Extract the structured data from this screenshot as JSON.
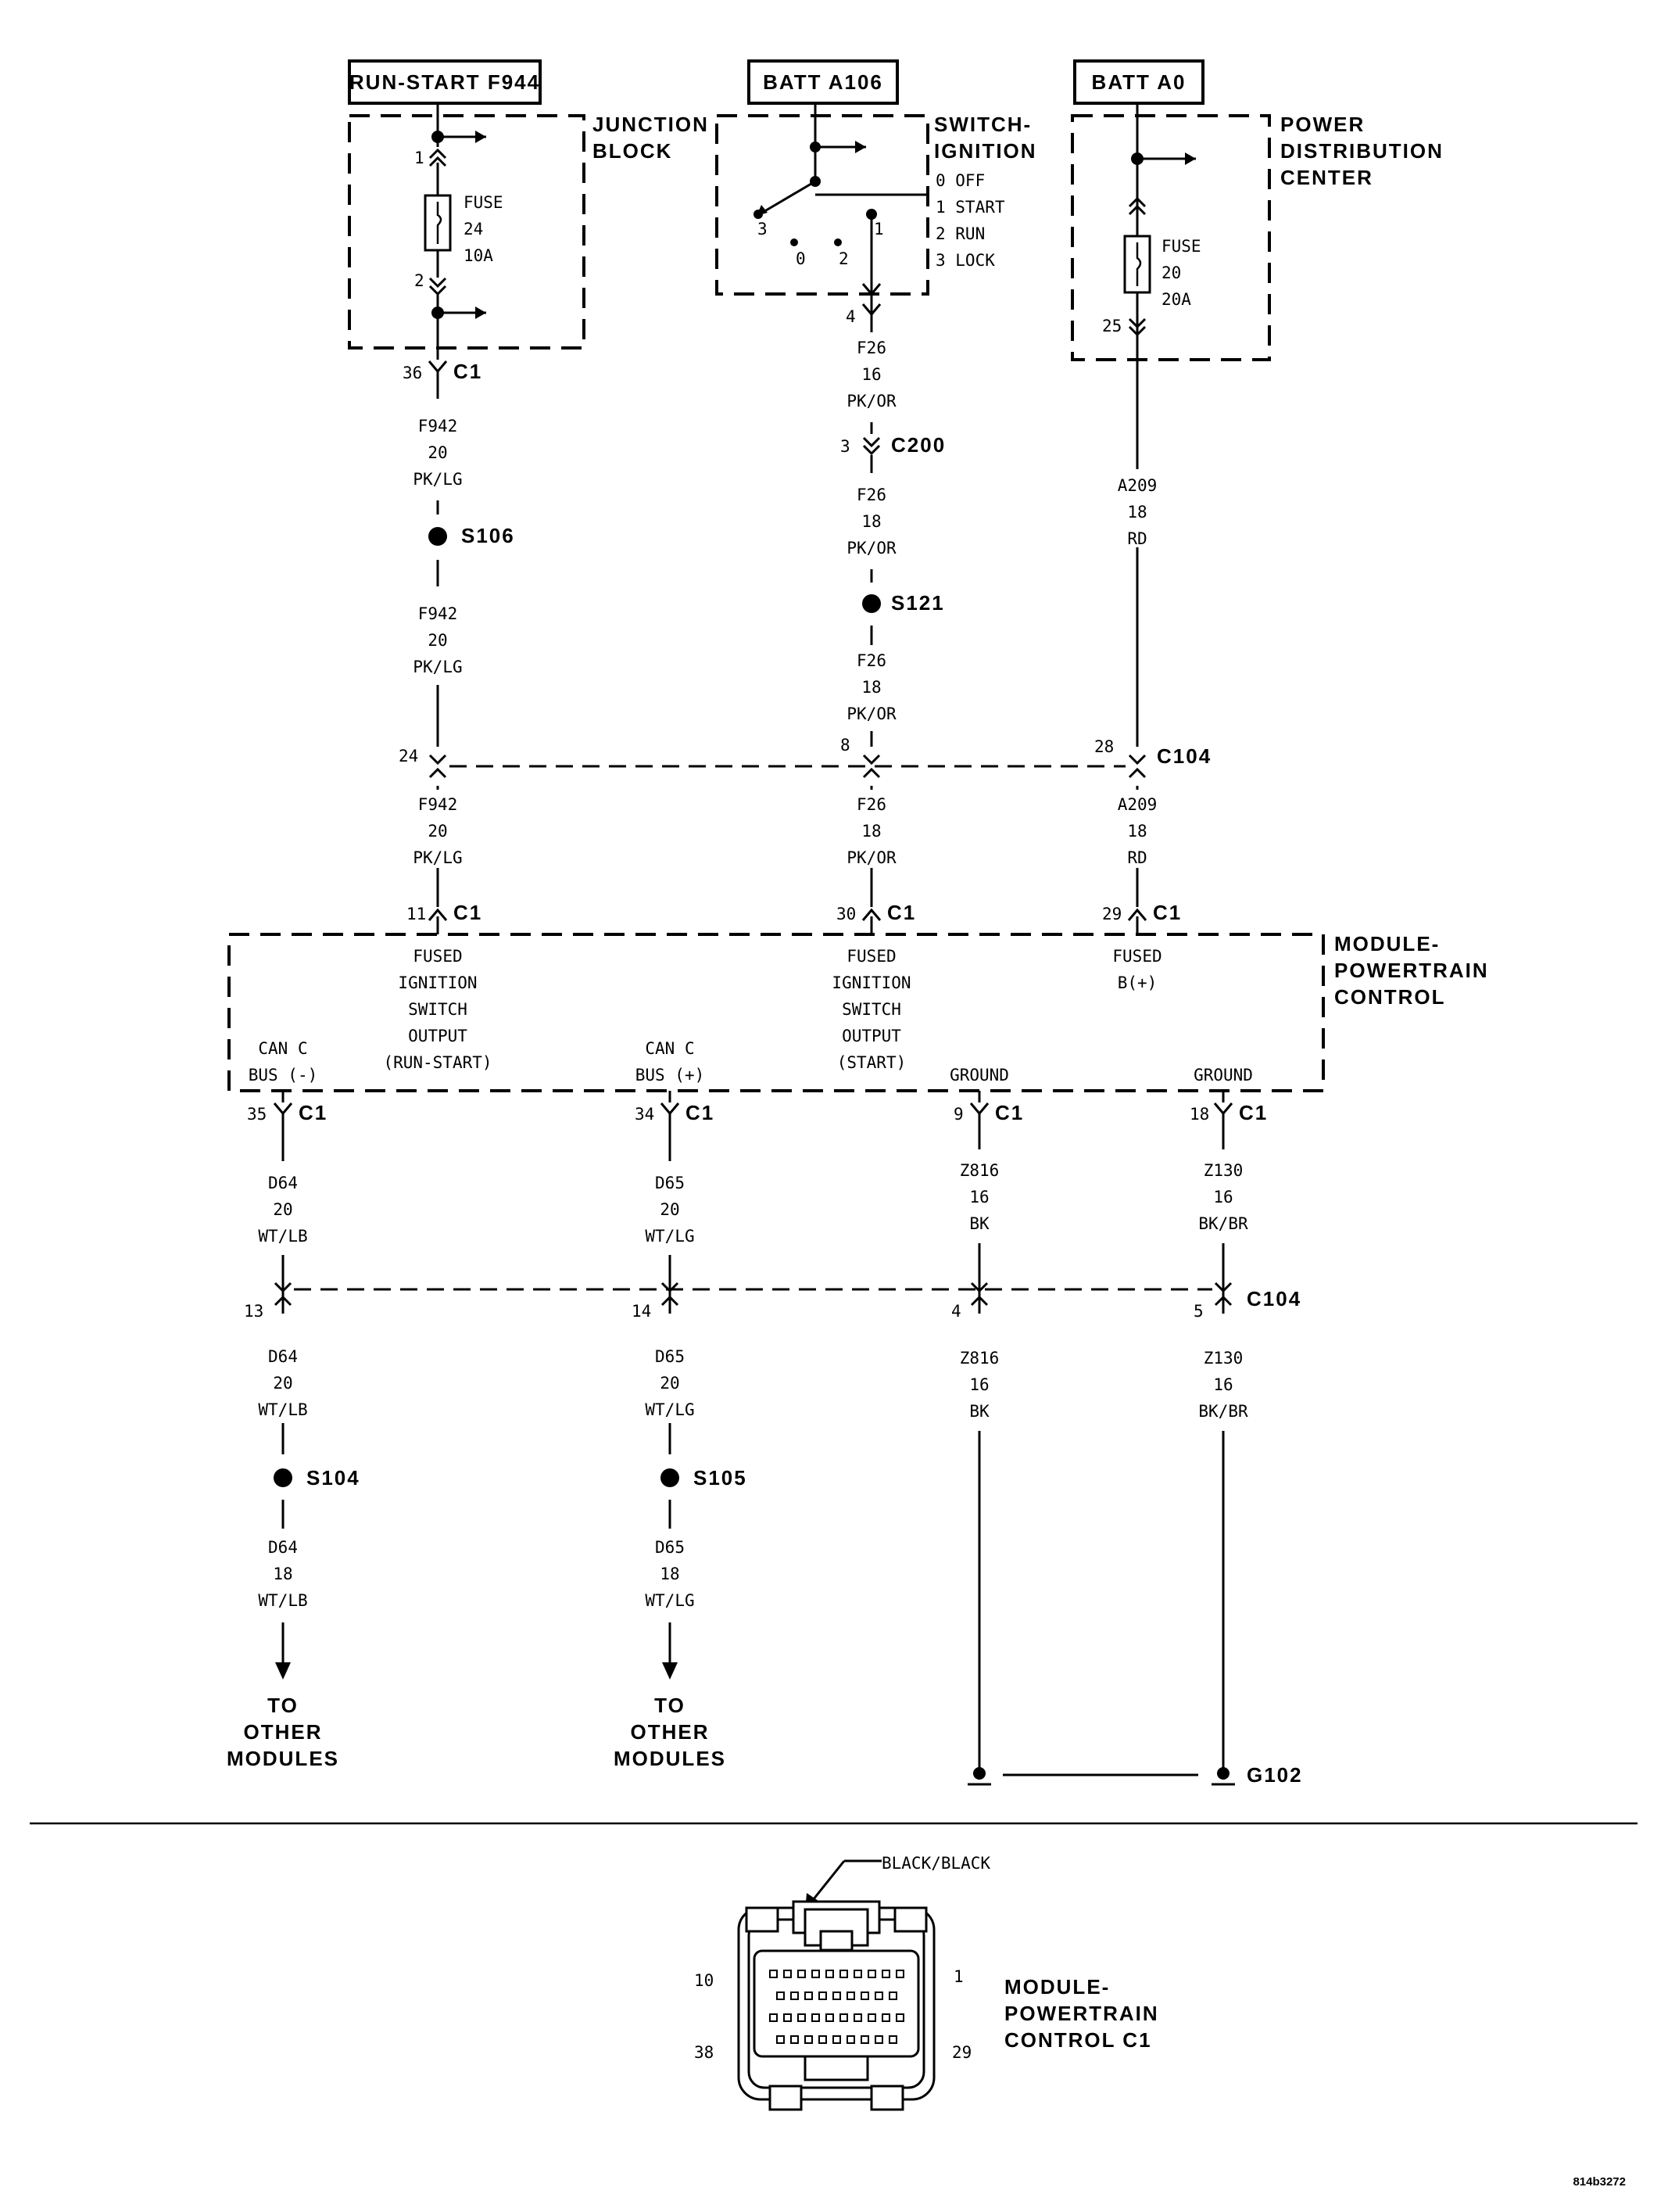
{
  "sources": {
    "run_start": "RUN-START F944",
    "batt_a106": "BATT A106",
    "batt_a0": "BATT A0"
  },
  "components": {
    "junction_block": [
      "JUNCTION",
      "BLOCK"
    ],
    "switch_ignition": [
      "SWITCH-",
      "IGNITION"
    ],
    "ignition_positions": [
      "0 OFF",
      "1 START",
      "2 RUN",
      "3 LOCK"
    ],
    "pdc": [
      "POWER",
      "DISTRIBUTION",
      "CENTER"
    ],
    "pcm": [
      "MODULE-",
      "POWERTRAIN",
      "CONTROL"
    ],
    "pcm_c1_view": [
      "MODULE-",
      "POWERTRAIN",
      "CONTROL C1"
    ]
  },
  "fuses": {
    "jb": {
      "label": "FUSE",
      "number": "24",
      "rating": "10A",
      "pin_in": "1",
      "pin_out": "2"
    },
    "pdc": {
      "label": "FUSE",
      "number": "20",
      "rating": "20A",
      "pin_out": "25"
    }
  },
  "switch_pins": {
    "p3": "3",
    "p0": "0",
    "p2": "2",
    "p1": "1",
    "out": "4"
  },
  "connectors": {
    "c1": "C1",
    "c200": "C200",
    "c104": "C104"
  },
  "splices": {
    "s106": "S106",
    "s121": "S121",
    "s104": "S104",
    "s105": "S105"
  },
  "ground": "G102",
  "pins": {
    "jb_c1": "36",
    "c200": "3",
    "c104_f942": "24",
    "c104_f26": "8",
    "c104_a209": "28",
    "pcm_f942": "11",
    "pcm_f26": "30",
    "pcm_a209": "29",
    "pcm_d64": "35",
    "pcm_d65": "34",
    "pcm_z816": "9",
    "pcm_z130": "18",
    "c104_d64": "13",
    "c104_d65": "14",
    "c104_z816": "4",
    "c104_z130": "5"
  },
  "wires": {
    "f942": [
      "F942",
      "20",
      "PK/LG"
    ],
    "f26_16": [
      "F26",
      "16",
      "PK/OR"
    ],
    "f26_18": [
      "F26",
      "18",
      "PK/OR"
    ],
    "a209": [
      "A209",
      "18",
      "RD"
    ],
    "d64_20": [
      "D64",
      "20",
      "WT/LB"
    ],
    "d64_18": [
      "D64",
      "18",
      "WT/LB"
    ],
    "d65_20": [
      "D65",
      "20",
      "WT/LG"
    ],
    "d65_18": [
      "D65",
      "18",
      "WT/LG"
    ],
    "z816": [
      "Z816",
      "16",
      "BK"
    ],
    "z130": [
      "Z130",
      "16",
      "BK/BR"
    ]
  },
  "pcm_pins": {
    "fused_ign_run_start": [
      "FUSED",
      "IGNITION",
      "SWITCH",
      "OUTPUT",
      "(RUN-START)"
    ],
    "fused_ign_start": [
      "FUSED",
      "IGNITION",
      "SWITCH",
      "OUTPUT",
      "(START)"
    ],
    "fused_b": [
      "FUSED",
      "B(+)"
    ],
    "can_minus": [
      "CAN C",
      "BUS (-)"
    ],
    "can_plus": [
      "CAN C",
      "BUS (+)"
    ],
    "ground": "GROUND"
  },
  "to_other_modules": [
    "TO",
    "OTHER",
    "MODULES"
  ],
  "connector_view": {
    "color": "BLACK/BLACK",
    "pin_10": "10",
    "pin_1": "1",
    "pin_38": "38",
    "pin_29": "29"
  },
  "figure_id": "814b3272"
}
